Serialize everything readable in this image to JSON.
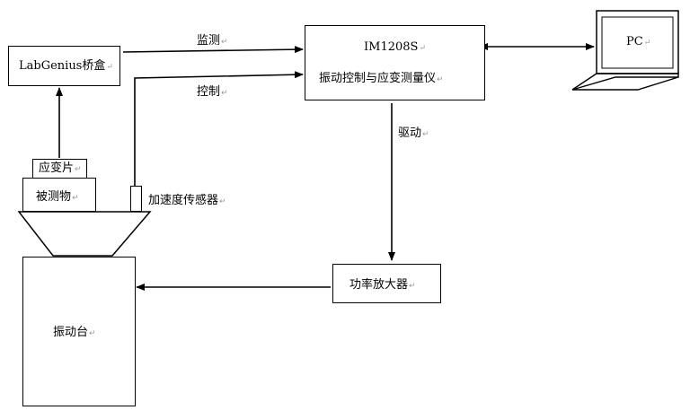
{
  "labgenius": "LabGenius桥盒",
  "im_model": "IM1208S",
  "im_desc": "振动控制与应变测量仪",
  "pc": "PC",
  "monitor_label": "监测",
  "control_label": "控制",
  "drive_label": "驱动",
  "strain_gauge": "应变片",
  "test_object": "被测物",
  "accelerometer": "加速度传感器",
  "power_amp": "功率放大器",
  "shaker": "振动台",
  "return_mark": "↵"
}
